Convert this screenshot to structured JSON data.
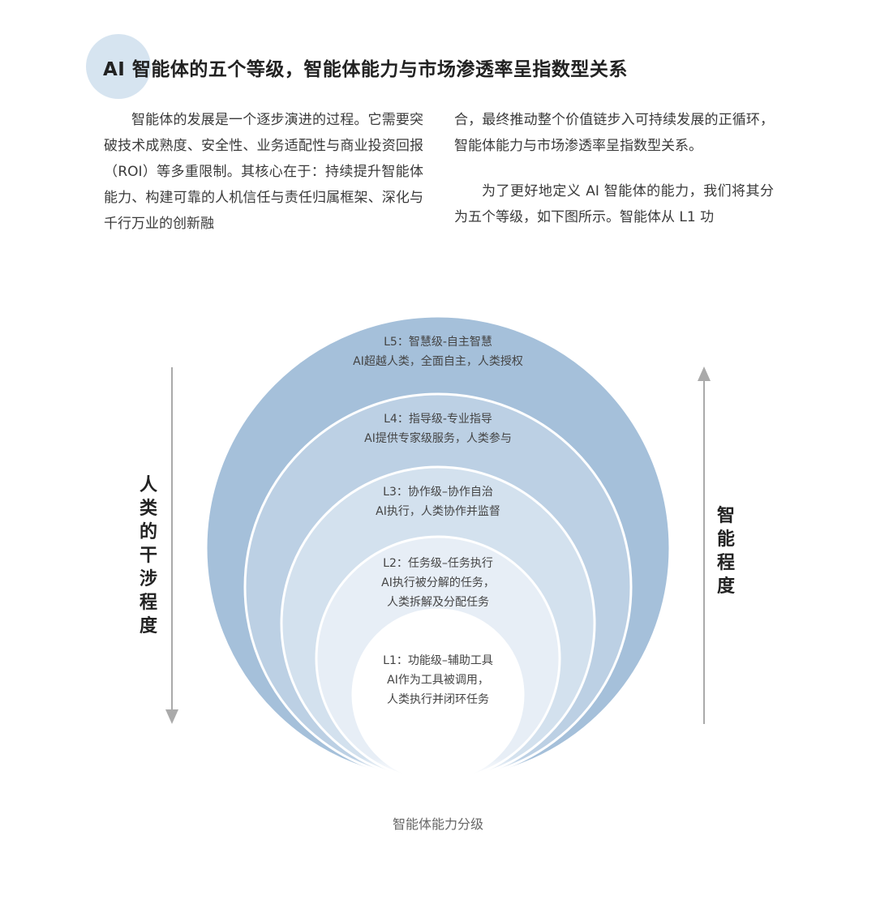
{
  "title": "AI 智能体的五个等级，智能体能力与市场渗透率呈指数型关系",
  "paragraphs": {
    "left": "智能体的发展是一个逐步演进的过程。它需要突破技术成熟度、安全性、业务适配性与商业投资回报（ROI）等多重限制。其核心在于：持续提升智能体能力、构建可靠的人机信任与责任归属框架、深化与千行万业的创新融",
    "right_1": "合，最终推动整个价值链步入可持续发展的正循环，智能体能力与市场渗透率呈指数型关系。",
    "right_2": "为了更好地定义 AI 智能体的能力，我们将其分为五个等级，如下图所示。智能体从 L1 功"
  },
  "diagram": {
    "left_axis_label": "人类的干涉程度",
    "right_axis_label": "智能程度",
    "levels": [
      {
        "name": "L5：智慧级-自主智慧",
        "desc": [
          "AI超越人类，全面自主，人类授权"
        ],
        "color": "#a5c0da"
      },
      {
        "name": "L4：指导级-专业指导",
        "desc": [
          "AI提供专家级服务，人类参与"
        ],
        "color": "#bcd0e4"
      },
      {
        "name": "L3：协作级–协作自治",
        "desc": [
          "AI执行，人类协作并监督"
        ],
        "color": "#d3e1ee"
      },
      {
        "name": "L2：任务级–任务执行",
        "desc": [
          "AI执行被分解的任务，",
          "人类拆解及分配任务"
        ],
        "color": "#e7eef6"
      },
      {
        "name": "L1：功能级–辅助工具",
        "desc": [
          "AI作为工具被调用，",
          "人类执行并闭环任务"
        ],
        "color": "#ffffff"
      }
    ],
    "caption": "智能体能力分级"
  }
}
